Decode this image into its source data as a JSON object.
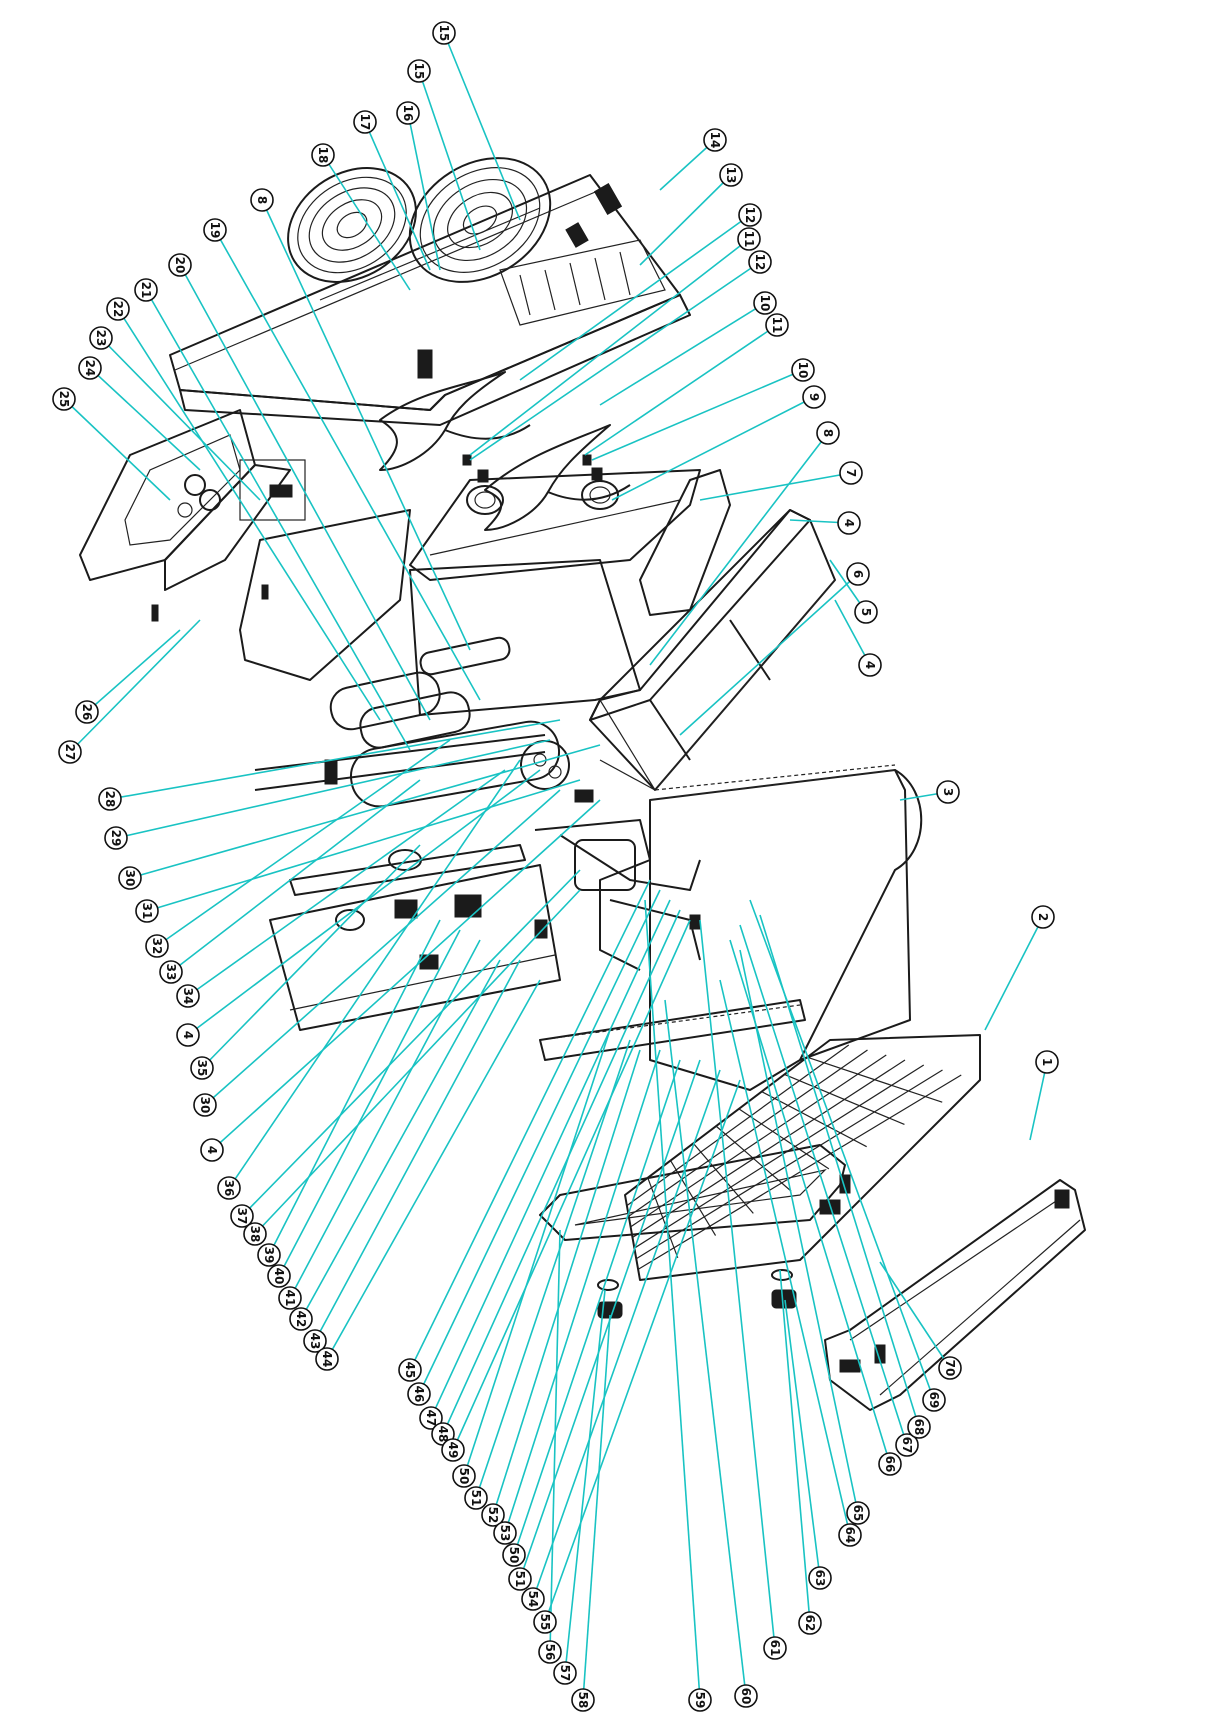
{
  "diagram": {
    "callouts": [
      {
        "id": "c1",
        "label": "1"
      },
      {
        "id": "c2",
        "label": "2"
      },
      {
        "id": "c3",
        "label": "3"
      },
      {
        "id": "c4a",
        "label": "4"
      },
      {
        "id": "c5",
        "label": "5"
      },
      {
        "id": "c6",
        "label": "6"
      },
      {
        "id": "c4b",
        "label": "4"
      },
      {
        "id": "c7",
        "label": "7"
      },
      {
        "id": "c8a",
        "label": "8"
      },
      {
        "id": "c9",
        "label": "9"
      },
      {
        "id": "c10a",
        "label": "10"
      },
      {
        "id": "c11a",
        "label": "11"
      },
      {
        "id": "c10b",
        "label": "10"
      },
      {
        "id": "c12a",
        "label": "12"
      },
      {
        "id": "c11b",
        "label": "11"
      },
      {
        "id": "c12b",
        "label": "12"
      },
      {
        "id": "c13",
        "label": "13"
      },
      {
        "id": "c14",
        "label": "14"
      },
      {
        "id": "c15a",
        "label": "15"
      },
      {
        "id": "c15b",
        "label": "15"
      },
      {
        "id": "c16",
        "label": "16"
      },
      {
        "id": "c17",
        "label": "17"
      },
      {
        "id": "c18",
        "label": "18"
      },
      {
        "id": "c8b",
        "label": "8"
      },
      {
        "id": "c19",
        "label": "19"
      },
      {
        "id": "c20",
        "label": "20"
      },
      {
        "id": "c21",
        "label": "21"
      },
      {
        "id": "c22",
        "label": "22"
      },
      {
        "id": "c23",
        "label": "23"
      },
      {
        "id": "c24",
        "label": "24"
      },
      {
        "id": "c25",
        "label": "25"
      },
      {
        "id": "c26",
        "label": "26"
      },
      {
        "id": "c27",
        "label": "27"
      },
      {
        "id": "c28",
        "label": "28"
      },
      {
        "id": "c29",
        "label": "29"
      },
      {
        "id": "c30a",
        "label": "30"
      },
      {
        "id": "c31a",
        "label": "31"
      },
      {
        "id": "c32",
        "label": "32"
      },
      {
        "id": "c33",
        "label": "33"
      },
      {
        "id": "c34",
        "label": "34"
      },
      {
        "id": "c4c",
        "label": "4"
      },
      {
        "id": "c35",
        "label": "35"
      },
      {
        "id": "c30b",
        "label": "30"
      },
      {
        "id": "c4d",
        "label": "4"
      },
      {
        "id": "c36",
        "label": "36"
      },
      {
        "id": "c37",
        "label": "37"
      },
      {
        "id": "c38",
        "label": "38"
      },
      {
        "id": "c39",
        "label": "39"
      },
      {
        "id": "c40",
        "label": "40"
      },
      {
        "id": "c41",
        "label": "41"
      },
      {
        "id": "c42",
        "label": "42"
      },
      {
        "id": "c43",
        "label": "43"
      },
      {
        "id": "c44",
        "label": "44"
      },
      {
        "id": "c45",
        "label": "45"
      },
      {
        "id": "c46",
        "label": "46"
      },
      {
        "id": "c47",
        "label": "47"
      },
      {
        "id": "c48",
        "label": "48"
      },
      {
        "id": "c49",
        "label": "49"
      },
      {
        "id": "c50a",
        "label": "50"
      },
      {
        "id": "c51a",
        "label": "51"
      },
      {
        "id": "c52",
        "label": "52"
      },
      {
        "id": "c53",
        "label": "53"
      },
      {
        "id": "c50b",
        "label": "50"
      },
      {
        "id": "c51b",
        "label": "51"
      },
      {
        "id": "c54",
        "label": "54"
      },
      {
        "id": "c55",
        "label": "55"
      },
      {
        "id": "c56",
        "label": "56"
      },
      {
        "id": "c57",
        "label": "57"
      },
      {
        "id": "c58",
        "label": "58"
      },
      {
        "id": "c59",
        "label": "59"
      },
      {
        "id": "c60",
        "label": "60"
      },
      {
        "id": "c61",
        "label": "61"
      },
      {
        "id": "c62",
        "label": "62"
      },
      {
        "id": "c63",
        "label": "63"
      },
      {
        "id": "c64",
        "label": "64"
      },
      {
        "id": "c65",
        "label": "65"
      },
      {
        "id": "c66",
        "label": "66"
      },
      {
        "id": "c67",
        "label": "67"
      },
      {
        "id": "c68",
        "label": "68"
      },
      {
        "id": "c69",
        "label": "69"
      },
      {
        "id": "c70",
        "label": "70"
      }
    ]
  }
}
